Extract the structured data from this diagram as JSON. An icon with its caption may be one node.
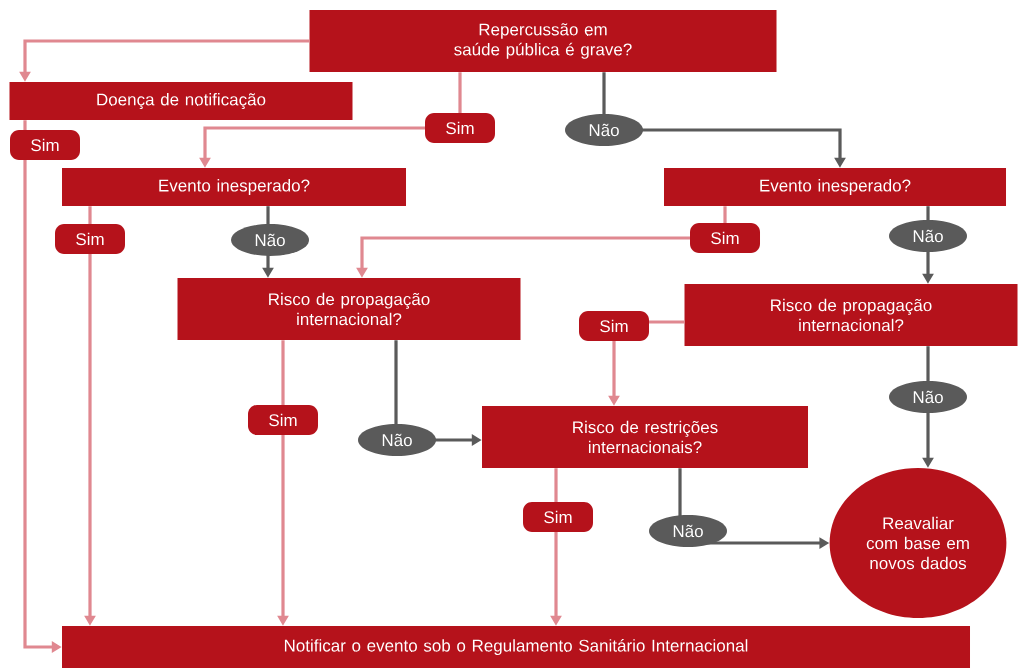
{
  "diagram": {
    "nodes": [
      {
        "text": [
          "Repercussão em saúde pública é grave?"
        ]
      },
      {
        "text": [
          "Doença de notificação"
        ]
      },
      {
        "text": [
          "Evento inesperado?"
        ]
      },
      {
        "text": [
          "Evento inesperado?"
        ]
      },
      {
        "text": [
          "Risco de propagação internacional?"
        ]
      },
      {
        "text": [
          "Risco de propagação internacional?"
        ]
      },
      {
        "text": [
          "Risco de restrições internacionais?"
        ]
      },
      {
        "text": [
          "Reavaliar com base em novos dados"
        ]
      },
      {
        "text": [
          "Notificar o evento sob o Regulamento Sanitário Internacional"
        ]
      }
    ],
    "edges": [
      {
        "from": 0,
        "to": 1,
        "arrow": "to"
      },
      {
        "from": 1,
        "to": 8,
        "arrow": "to",
        "label": "Sim"
      },
      {
        "from": 0,
        "to": 2,
        "arrow": "to",
        "label": "Sim"
      },
      {
        "from": 0,
        "to": 3,
        "arrow": "to",
        "label": "Não",
        "color": "#5a5a5a"
      },
      {
        "from": 2,
        "to": 8,
        "arrow": "to",
        "label": "Sim"
      },
      {
        "from": 2,
        "to": 4,
        "arrow": "to",
        "label": "Não",
        "color": "#5a5a5a"
      },
      {
        "from": 3,
        "to": 4,
        "arrow": "to",
        "label": "Sim"
      },
      {
        "from": 3,
        "to": 5,
        "arrow": "to",
        "label": "Não",
        "color": "#5a5a5a"
      },
      {
        "from": 4,
        "to": 8,
        "arrow": "to",
        "label": "Sim"
      },
      {
        "from": 4,
        "to": 6,
        "arrow": "to",
        "label": "Não",
        "color": "#5a5a5a"
      },
      {
        "from": 5,
        "to": 6,
        "arrow": "to",
        "label": "Sim"
      },
      {
        "from": 5,
        "to": 7,
        "arrow": "to",
        "label": "Não",
        "color": "#5a5a5a"
      },
      {
        "from": 6,
        "to": 8,
        "arrow": "to",
        "label": "Sim"
      },
      {
        "from": 6,
        "to": 7,
        "arrow": "to",
        "label": "Não",
        "color": "#5a5a5a"
      }
    ]
  }
}
